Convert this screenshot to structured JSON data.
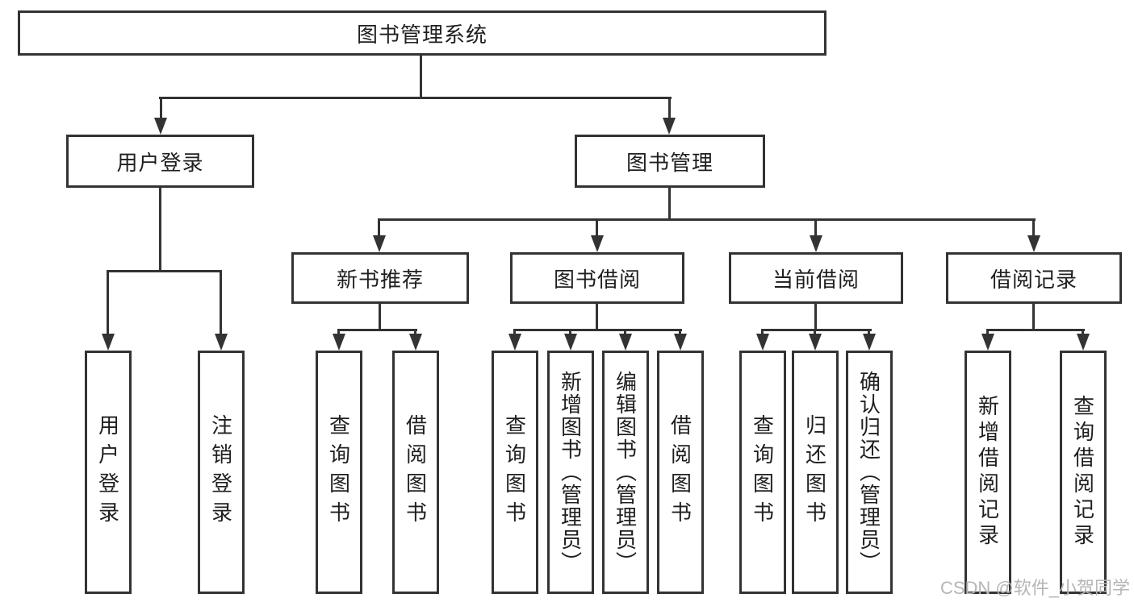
{
  "diagram": {
    "root": {
      "label": "图书管理系统"
    },
    "level2": [
      {
        "label": "用户登录"
      },
      {
        "label": "图书管理"
      }
    ],
    "level3": [
      {
        "label": "新书推荐"
      },
      {
        "label": "图书借阅"
      },
      {
        "label": "当前借阅"
      },
      {
        "label": "借阅记录"
      }
    ],
    "leaves": {
      "login": [
        "用户登录",
        "注销登录"
      ],
      "recommend": [
        "查询图书",
        "借阅图书"
      ],
      "borrow": [
        "查询图书",
        "新增图书（管理员）",
        "编辑图书（管理员）",
        "借阅图书"
      ],
      "current": [
        "查询图书",
        "归还图书",
        "确认归还（管理员）"
      ],
      "records": [
        "新增借阅记录",
        "查询借阅记录"
      ]
    }
  },
  "watermark": {
    "text": "CSDN @软件_小贺同学"
  },
  "colors": {
    "line": "#333333",
    "text": "#1f1f1f",
    "watermark": "#b5b5b5",
    "background": "#ffffff"
  }
}
